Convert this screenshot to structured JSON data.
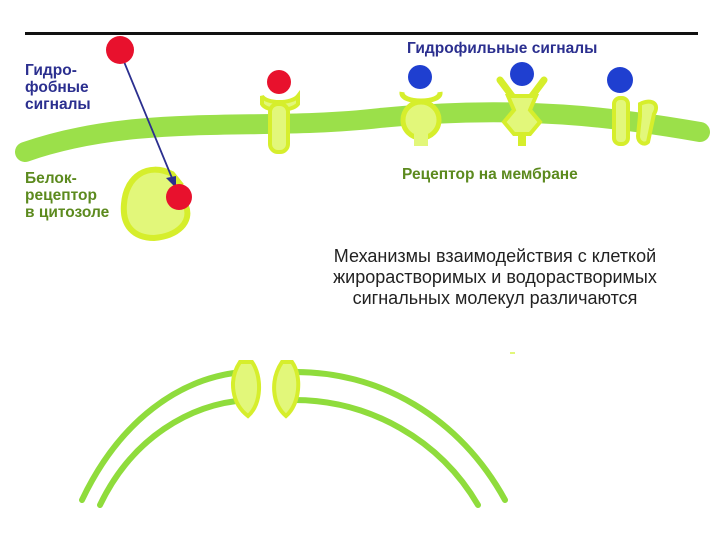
{
  "labels": {
    "hydrophobic_signals": "Гидро-\nфобные\nсигналы",
    "hydrophilic_signals": "Гидрофильные сигналы",
    "cytosol_receptor": "Белок-\nрецептор\nв цитозоле",
    "membrane_receptor": "Рецептор на мембране"
  },
  "caption": "Механизмы взаимодействия с клеткой жирорастворимых и водорастворимых сигнальных молекул различаются",
  "colors": {
    "membrane": "#9be04a",
    "receptor": "#e2f77a",
    "receptor_outline": "#d6ee2c",
    "hydrophobic_signal": "#e8112d",
    "hydrophilic_signal": "#1f3fd0",
    "arrow": "#2b2f8f"
  }
}
